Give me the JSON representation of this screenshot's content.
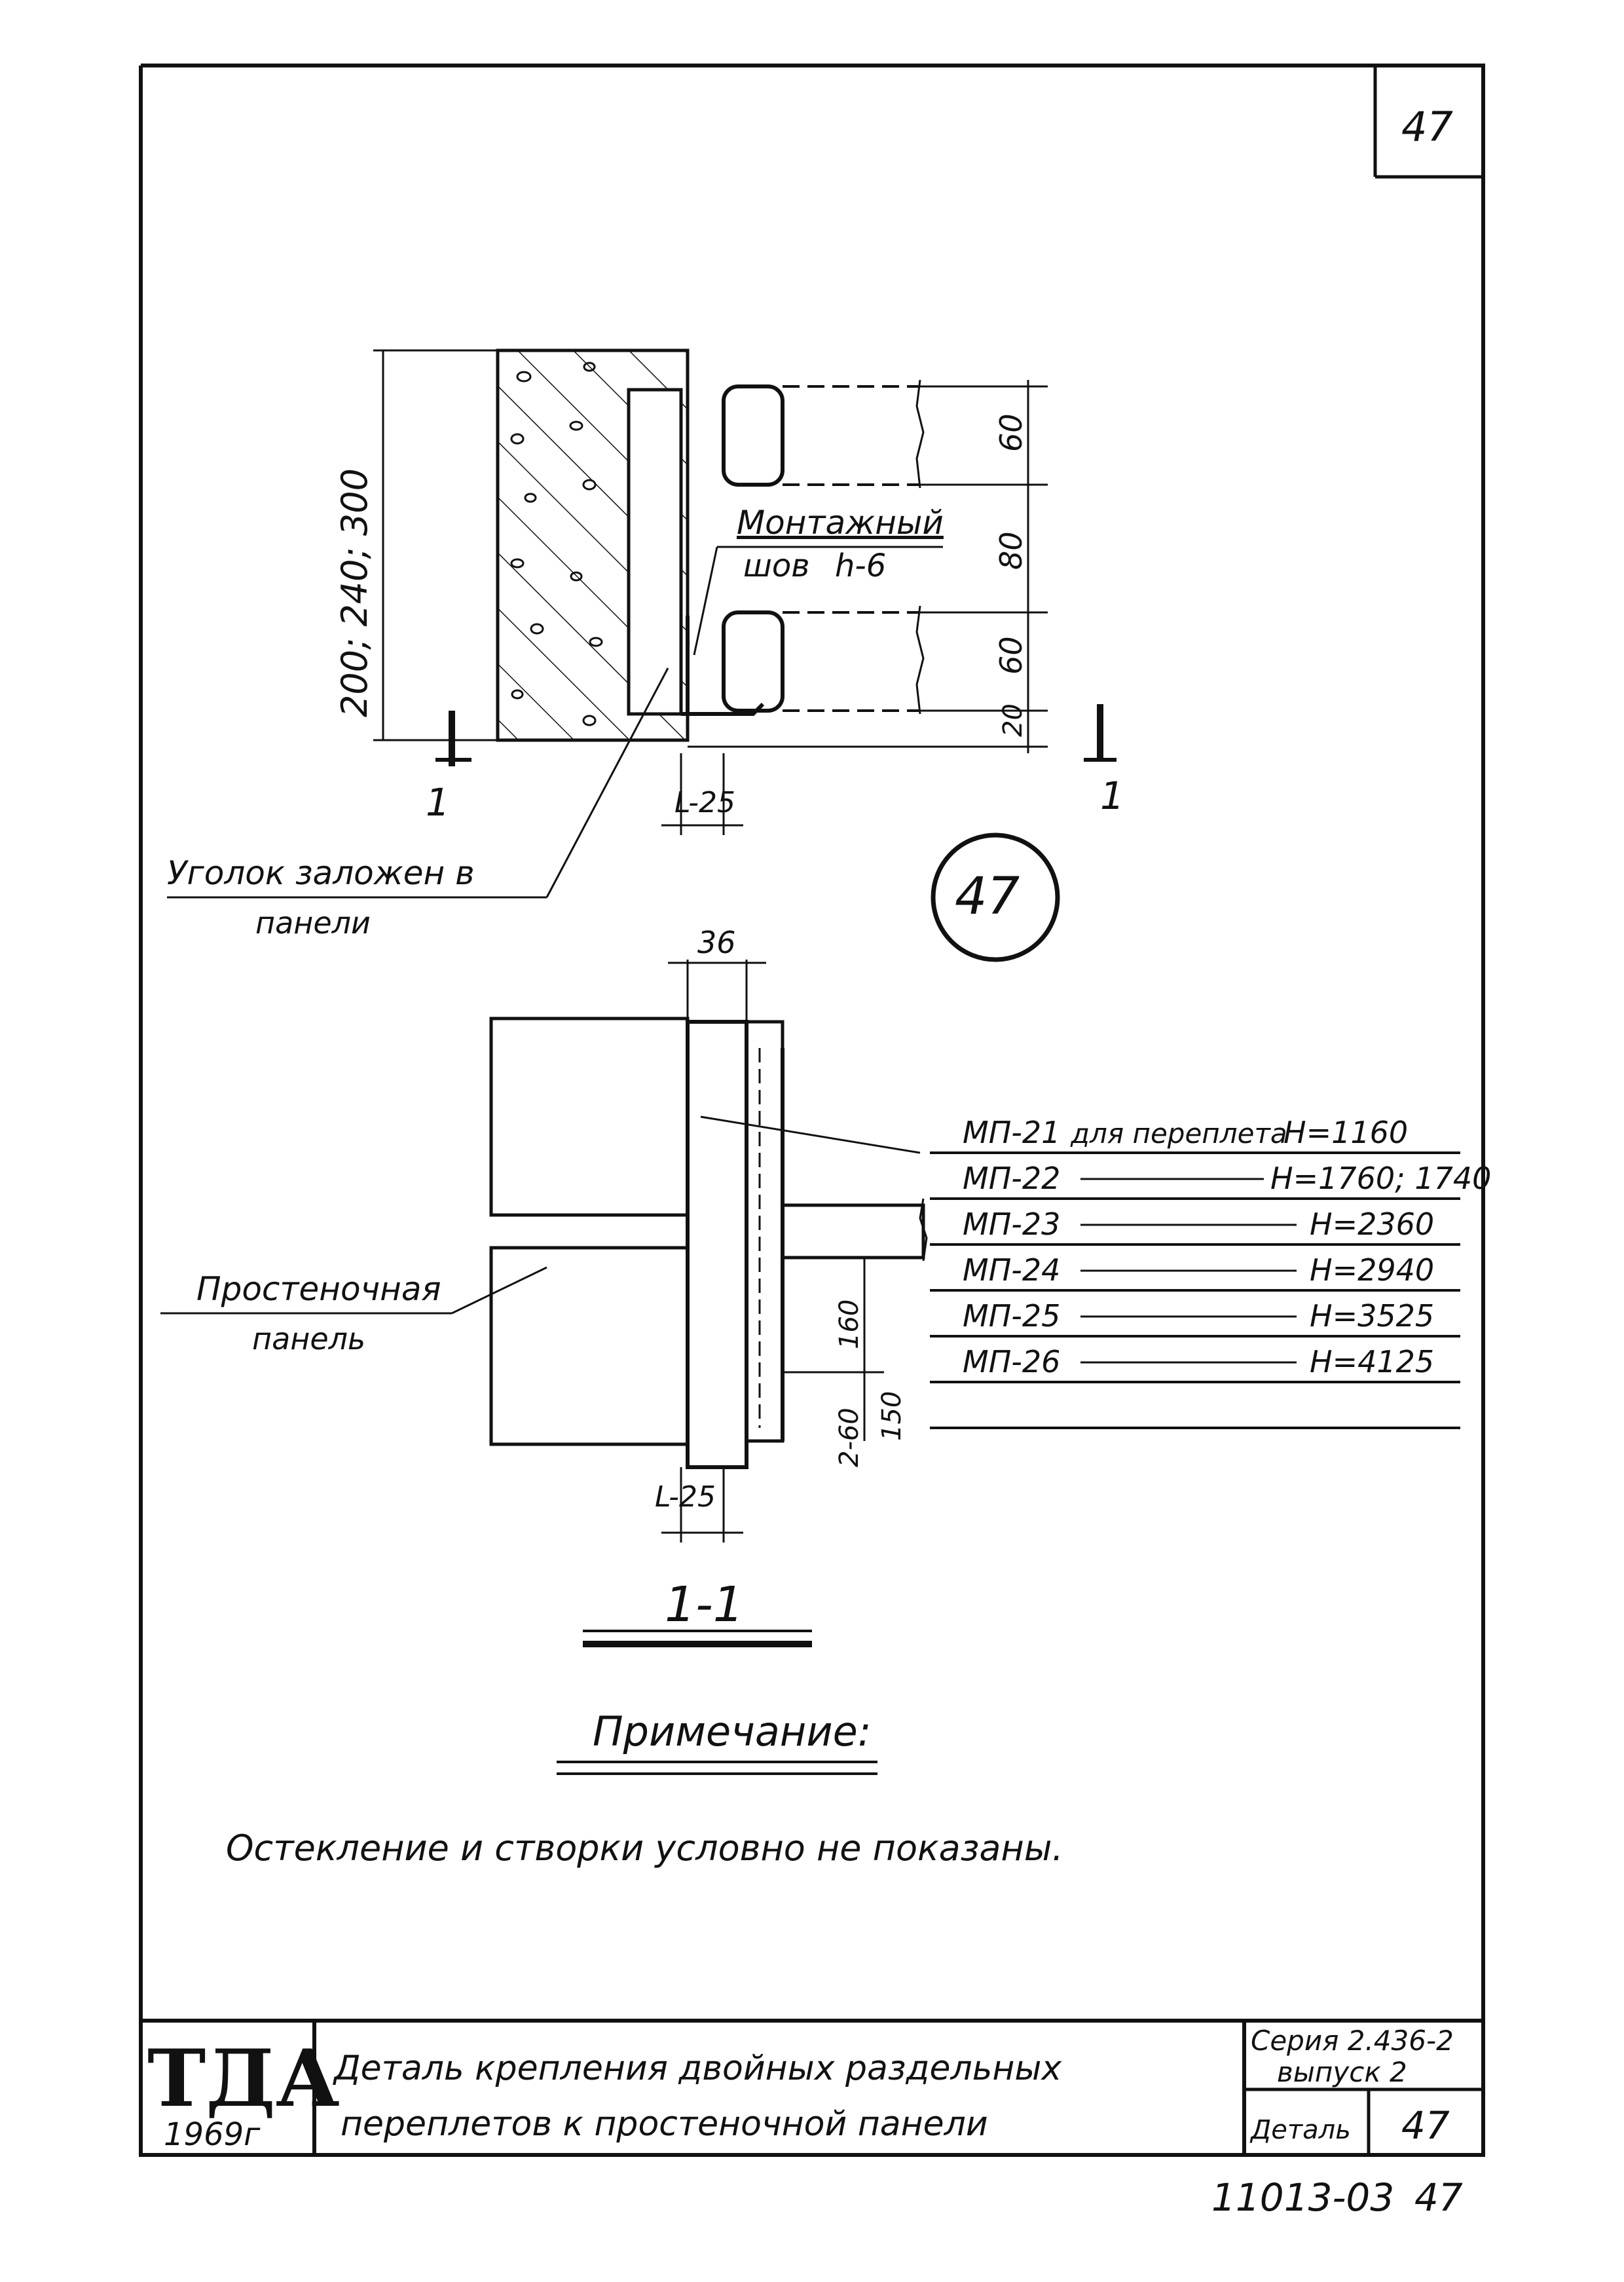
{
  "sheet": {
    "corner_number": "47",
    "circle_label": "47"
  },
  "plan": {
    "left_dimension": "200; 240; 300",
    "dims_right": [
      "60",
      "80",
      "60",
      "20"
    ],
    "weld_label_line1": "Монтажный",
    "weld_label_line2": "шов",
    "weld_label_size": "h-6",
    "bottom_dim": "L-25",
    "section_mark": "1",
    "angle_label_line1": "Уголок заложен в",
    "angle_label_line2": "панели"
  },
  "section": {
    "top_dim": "36",
    "bottom_dim": "L-25",
    "dim_160": "160",
    "dim_150": "150",
    "dim_260": "2-60",
    "panel_label_line1": "Простеночная",
    "panel_label_line2": "панель",
    "title": "1-1",
    "mp_rows": [
      {
        "mark": "МП-21",
        "suffix": "для переплета",
        "value": "H=1160"
      },
      {
        "mark": "МП-22",
        "suffix": "",
        "value": "H=1760; 1740"
      },
      {
        "mark": "МП-23",
        "suffix": "",
        "value": "H=2360"
      },
      {
        "mark": "МП-24",
        "suffix": "",
        "value": "H=2940"
      },
      {
        "mark": "МП-25",
        "suffix": "",
        "value": "H=3525"
      },
      {
        "mark": "МП-26",
        "suffix": "",
        "value": "H=4125"
      }
    ]
  },
  "note": {
    "heading": "Примечание:",
    "text": "Остекление и створки условно не показаны."
  },
  "title_block": {
    "logo": "ТДА",
    "year": "1969г",
    "title_line1": "Деталь крепления двойных раздельных",
    "title_line2": "переплетов к простеночной панели",
    "series_label": "Серия 2.436-2",
    "issue_label": "выпуск 2",
    "detail_label": "Деталь",
    "detail_number": "47",
    "doc_number": "11013-03",
    "sheet_number": "47"
  }
}
